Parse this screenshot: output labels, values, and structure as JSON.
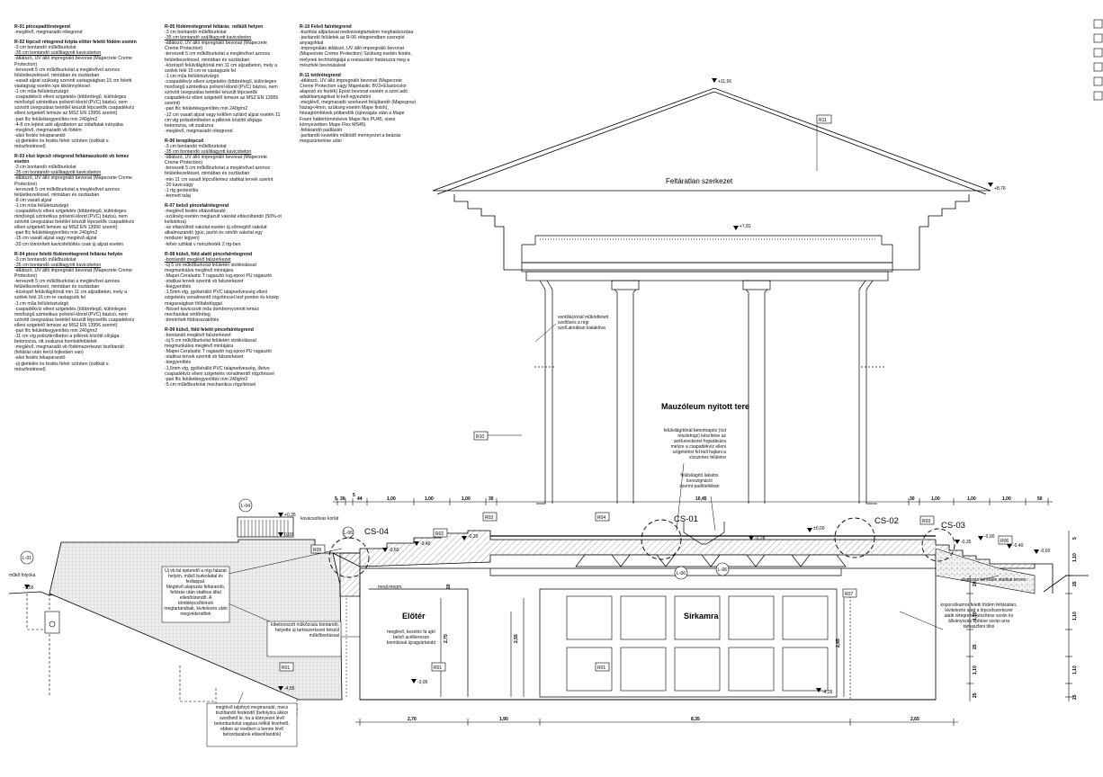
{
  "notes": {
    "col1": [
      {
        "title": "R-01 pincepadlóretegend",
        "lines": [
          "-meglévő, megmaradó rétegrend"
        ]
      },
      {
        "title": "R-02 lépcső rétegrend kripta előtér feletti födém esetén",
        "lines": [
          "-3 cm bontandó műkőburkolat",
          "-35 cm bontandó szállitagyott kavicsbeton",
          "-átlátszó, UV álló impregnáló bevonat (Mapecrete Creme Protection)",
          "-tervezett 5 cm műkőburkolat a meglévővel azonos felületkezeléssel, mintában és osztásban",
          "-vasalt aljzat szükség szerinti vastagságban 15 cm feletti vastagság esetén xps kiköinnytéssel",
          "-1 cm műa feilületszivárgó",
          "-csapadékvíz elleni szigetelés (többrétegű, különleges minőségű szintetikus polivinil-klorid (PVC) bázisú, nem szövött üvegszálas betétlel készült lépcsetők csapadékvíz elleni szigetelő lemeze az MSZ EN 13956 szerint)",
          "-pari flic felületkiegyenlítés min 240g/m2",
          "-4-8 cm lejtést adó aljzatbeton az oldalfalak irányába",
          "-meglévő, megmaradó vb födém",
          "-alsó festés lekaparandó",
          "-új glettelés és festés fehér színben (szilikát v. mészfestéssel)"
        ]
      },
      {
        "title": "R-03 elsó lépcső rétegrend feltámaszkodó vb lemez esetén",
        "lines": [
          "-3 cm bontandó műkőburkolat",
          "-35 cm bontandó szállitagyott kavicsbeton",
          "-átlátszó, UV álló impregnáló bevonat (Mapecrete Creme Protection)",
          "-tervezett 5 cm műkőburkolat a meglévővel azonos felületkezeléssel, mintában és osztásban",
          "-8 cm vasalt aljzat",
          "-1 cm műa feilületszivárgó",
          "-csapadékvíz elleni szigetelés (többrétegű, különleges minőségű szintetikus polivinil-klorid (PVC) bázisú, nem szövött üvegszálas betétlel készült lépcsetők csapadékvíz elleni szigetelő lemeze az MSZ EN 13956 szerint)",
          "-pari flic felületkiegyenlítés min 240g/m2",
          "-15 cm vasalt aljzat vagy meglévő aljzat",
          "-20 cm tömörített kavicsfeltöltés csak új aljzat esetén"
        ]
      },
      {
        "title": "R-04 pince feletti födémrétegrend feltárás helyén",
        "lines": [
          "-3 cm bontandó műkőburkolat",
          "-35 cm bontandó szállitagyott kavicsbeton",
          "-átlátszó, UV álló impregnáló bevonat (Mapecrete Creme Protection)",
          "-tervezett 5 cm műkőburkolat a meglévővel azonos felületkezeléssel, mintában és osztásban",
          "-közéspő felülvilágítónál min 11 cm aljzatbeton, mely a szélek felé 16 cm-re vastagszik fel",
          "-1 cm műa feilületszivárgó",
          "-csapadékvíz elleni szigetelés (többrétegű, különleges minőségű szintetikus polivinil-klorid (PVC) bázisú, nem szövött üvegszálas betétlel készült lépcsetők csapadékvíz elleni szigetelő lemeze az MSZ EN 13956 szerint)",
          "-pari flic felületkiegyenlítés min 240g/m2",
          "-11 cm vtg polisztirolbeton a pillérek közötti síkjága betonozva, ott zsaluzva homlokfelületeit",
          "-meglévő, megmaradó vb födémszerkezet tisztítandó (feltárás után kerül tejlesben van)",
          "-alsó festés lekaparandó",
          "-új glettelés és festés fehér színben (szilikát v. mészfestéssel)"
        ]
      }
    ],
    "col2": [
      {
        "title": "R-05 födémrétegrend feltárás  nélküli helyen",
        "lines": [
          "-3 cm bontandó műkőburkolat",
          "-35 cm bontandó szállitagyott kavicsbeton",
          "-átlátszó, UV álló impregnáló bevonat (Mapecrete Creme Protection)",
          "-tervezett 5 cm műkőburkolat a meglévővel azonos felületkezeléssel, mintában és osztásban",
          "-közéspő felülvilágítónál min 11 cm aljzatbeton, mely a szélek felé 16 cm-re vastagszik fel",
          "-1 cm műa feilületszivárgó",
          "-csapadékvíz elleni szigetelés (többrétegű, különleges minőségű szintetikus polivinil-klorid (PVC) bázisú, nem szövött üvegszálas betétlel készült lépcsetők csapadékvíz elleni szigetelő lemeze az MSZ EN 13956 szerint)",
          "-pari flic felületkiegyenlítés min 240g/m2",
          "-12 cm vasalt aljzat vagy kellően szilárd aljzat esetén 11 cm vtg polisztirolbeton a pillérek közötti síkjága betonozva, ott zsaluzva",
          "-meglévő, megmaradó rétegrend"
        ]
      },
      {
        "title": "R-06 terepilépcső",
        "lines": [
          "-3 cm bontandó műkőburkolat",
          "-35 cm bontandó szállitagyott kavicsbeton",
          "-átlátszó, UV álló impregnáló bevonat (Mapecrete Creme Protection)",
          "-tervezett 5 cm műkőburkolat a meglévővel azonos felületkezeléssel, mintában és osztásban",
          "-min 11 cm vasalt lépcsőlemez statikai tervek szerint",
          "-20 kavicságy",
          "-1 rtg geotextília",
          "-termett talaj"
        ]
      },
      {
        "title": "R-07 belső pincefalrétegrend",
        "lines": [
          "-meglévő festés eltávolítandó",
          "-szükség esetén meglazult vakolat eltávolítandó (50%-ot kellutókra)",
          "-az eltávolított vakolat esetén új sőrnegítő vakolat alkalmazandó (gúz, javító és simító vakolat egy rendszer legyen)",
          "-fehér szilikát v mészfesték 2 rtg-ben"
        ]
      },
      {
        "title": "R-08 külső, föld alatti pincefalrétegrend",
        "lines": [
          "-bontandó meglévő falszerkezet",
          "-új 5 cm műkőburkolat felületén stokkolással megmunkálva meglévő mintájára",
          "-Mapei Ceralastic T ragasztó rug.epoxi PU ragasztó",
          "-statikai tervek szerinti vb falszerkezet",
          "-kiegyenlítés",
          "-1,5mm vtg, gyökérálló PVC talajnedvesség elleni szigetelés vonalmentő rögzítéssel lesf ponton és közép magasságban fölítabdóggal",
          "-Nicoel kavicozott műa dombornyomott lemez mechanikai védőréteg",
          "-tömörített földvisszatöltés"
        ]
      },
      {
        "title": "R-09 külső, föld feletti pincefalrétegrend",
        "lines": [
          "-bontandó meglévő falszerkezet",
          "-új 5 cm műkőburkolat felületén stokkolással megmunkálva meglévő mintájára",
          "-Mapei Ceralastic T ragasztó rug.epoxi PU ragasztó",
          "-statikai tervek szerinti vb falszerkezet",
          "-kiegyenlítés",
          "-1,5mm vtg, gyökérálló PVC talajnedvesség, illetve csapadékvíz elleni szigetelés vonalmentő rögzítéssel",
          "-pari flic felületkiegyenlítés min 240g/m2",
          "-5 cm műkőburkolat mechanikus rögzítéssel"
        ]
      }
    ],
    "col3": [
      {
        "title": "R-10 Felső falrétegrend",
        "lines": [
          "-tisztítás alljárással nedvességtartalom meghatározása",
          "-javítandó felületek az R-06 rétegrendben szerepló anyagokkal",
          "-impregnálás átlátszó, UV álló impregnáló bevonat (Mapecrete Creme Protection) Szükség esetén festés, melynek technológiájá a restaurátor határozza meg a mészfelé bevonásával"
        ]
      },
      {
        "title": "R-11 tetőrétegrend",
        "lines": [
          "-átlátszó, UV álló impregnáló bevonat (Mapecrete Creme Protection vagy Mapelastic BV3+Elastocolor alapozó és festék) Epoxi bevonat esetén a szint adó adalékanyagokat le kell egyeztetni",
          "-meglévő, megmaradó szerkezet felújítandó (Mapegrout házag<4mm, szükség esetén Mape finish), hézagtömítések pótlandók (újravágás után a Mape Foam háttértöménkéve Mape flex PU45, vizes környezetben Mape Flex MS45)",
          "-feltárandó padlástér",
          "-javítandó kezetlés működő mennyezet a beázás megszüntetése után"
        ]
      }
    ]
  },
  "drawing": {
    "room_labels": {
      "roof": "Feltáratlan szerkezet",
      "open_space": "Mauzóleum nyitott tere",
      "burial": "Sírkamra",
      "vestibule": "Előtér"
    },
    "elevations": [
      "+11,56",
      "+8,76",
      "+7,81",
      "+0,35",
      "0,00",
      "-0,20",
      "-0,40",
      "-0,60",
      "-0,28",
      "±0,00",
      "-0,35",
      "-0,00",
      "-0,40",
      "-0,60",
      "-1,55",
      "-4,55",
      "-3,95",
      "-4,25"
    ],
    "section_marks": [
      "CS-01",
      "CS-02",
      "CS-03",
      "CS-04"
    ],
    "tags": [
      "R11",
      "R10",
      "R03",
      "R04",
      "R02",
      "R03",
      "R06",
      "R07",
      "R01",
      "R01",
      "R01",
      "L-04",
      "L-01",
      "L-06",
      "L-06",
      "R09",
      "L-06"
    ],
    "bottom_dims": [
      "2,76",
      "1,90",
      "8,35",
      "2,65"
    ],
    "top_dims": [
      "5",
      "30",
      "5",
      "44",
      "1,00",
      "1,00",
      "1,00",
      "30",
      "10,45",
      "30",
      "1,00",
      "1,00",
      "1,00",
      "50"
    ],
    "vertical_dims": [
      "2,75",
      "2,55",
      "2,95",
      "1,10",
      "1,10",
      "20",
      "20",
      "25",
      "25",
      "1,10",
      "1,10",
      "1,10",
      "25",
      "25",
      "5"
    ],
    "annotations": {
      "ventillation": "ventillációnál működtetett szellőzés a régi szell.aknában kialakítva",
      "skylight": "felülvilágítónál betontrapéz (Icd részletrajz) készítése az acéluveckezet fogadására melyre a csapadékvíz elleni szigetelést fel kell hajtani a vízszintes felületre",
      "skylight_lock": "felülvilágító lakatos konszignáció szerint padlóelkiban",
      "paving": "kovácsoltvas korlát",
      "gutter": "műkő folyóka",
      "support": "alapozás bd külön statikai terven",
      "coffin": "koporsókamra feletti födém feltáratlan, kivitelezés alatt a lépcsőszerkezet alatti rétegrend készítése során és állványozás építése során arra támaszfani tilos",
      "new_slab": "Új vb.fal épitendő a régi falazat helyén, műkő burkolattal és fedlappal.\nMeglévő alapozás feltárandó, feltárás után statikus által ellenőrizendő. A tömblépcsőkönok megtartandóak, kivitelezés után megvédendőek",
      "existing_wall": "kibetonozott műkőzsalu bontandó, helyette új tartószerkezet készül műkőbonlással",
      "door": "meglévő, kezelés fa ajtó belső acélkeresze bomlással újragyártandó",
      "backfill": "meglévő talpfoyó megmaradé, mecs tisztítandó festendő (befolyóra akkor szedhető le, ha a környezet lévő betonburkolat vagása nélkül kivehető, ebben az esetben a benne lévő betondarabok eltávolítandók)",
      "megl_megm": "megl.megm."
    }
  }
}
